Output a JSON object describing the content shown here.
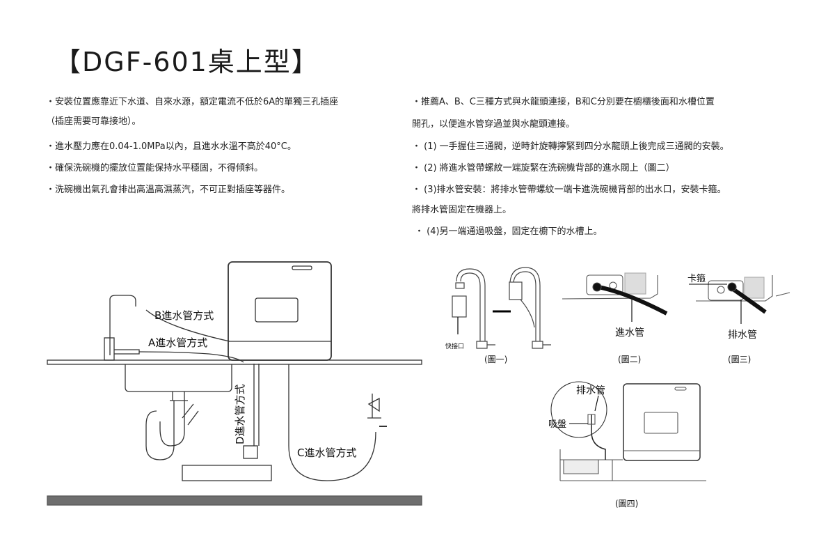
{
  "title": "【DGF-601桌上型】",
  "left_notes": [
    "・安裝位置應靠近下水道、自來水源，額定電流不低於6A的單獨三孔插座",
    "（插座需要可靠接地）。",
    "・進水壓力應在0.04-1.0MPa以內，且進水水溫不高於40°C。",
    "・確保洗碗機的擺放位置能保持水平穩固，不得傾斜。",
    "・洗碗機出氣孔會排出高溫高濕蒸汽，不可正對插座等器件。"
  ],
  "right_notes": [
    "・推薦A、B、C三種方式與水龍頭連接，B和C分別要在櫥櫃後面和水槽位置",
    "開孔，以便進水管穿過並與水龍頭連接。",
    "・ (1) 一手握住三通閥，逆時針旋轉擰緊到四分水龍頭上後完成三通閥的安裝。",
    "・ (2) 將進水管帶螺紋一端旋緊在洗碗機背部的進水閥上（圖二）",
    "・ (3)排水管安裝：將排水管帶螺紋一端卡進洗碗機背部的出水口，安裝卡箍。",
    "將排水管固定在機器上。",
    "・ (4)另一端通過吸盤，固定在櫥下的水槽上。"
  ],
  "diagram_left": {
    "label_b": "B進水管方式",
    "label_a": "A進水管方式",
    "label_d": "D進水管方式",
    "label_c": "C進水管方式"
  },
  "figures": {
    "fig1_quick_connector": "快接口",
    "fig1_caption": "(圖一)",
    "fig2_inlet_hose": "進水管",
    "fig2_caption": "(圖二)",
    "fig3_clamp": "卡箍",
    "fig3_drain_hose": "排水管",
    "fig3_caption": "(圖三)",
    "fig4_drain_hose": "排水管",
    "fig4_suction_cup": "吸盤",
    "fig4_caption": "(圖四)"
  }
}
